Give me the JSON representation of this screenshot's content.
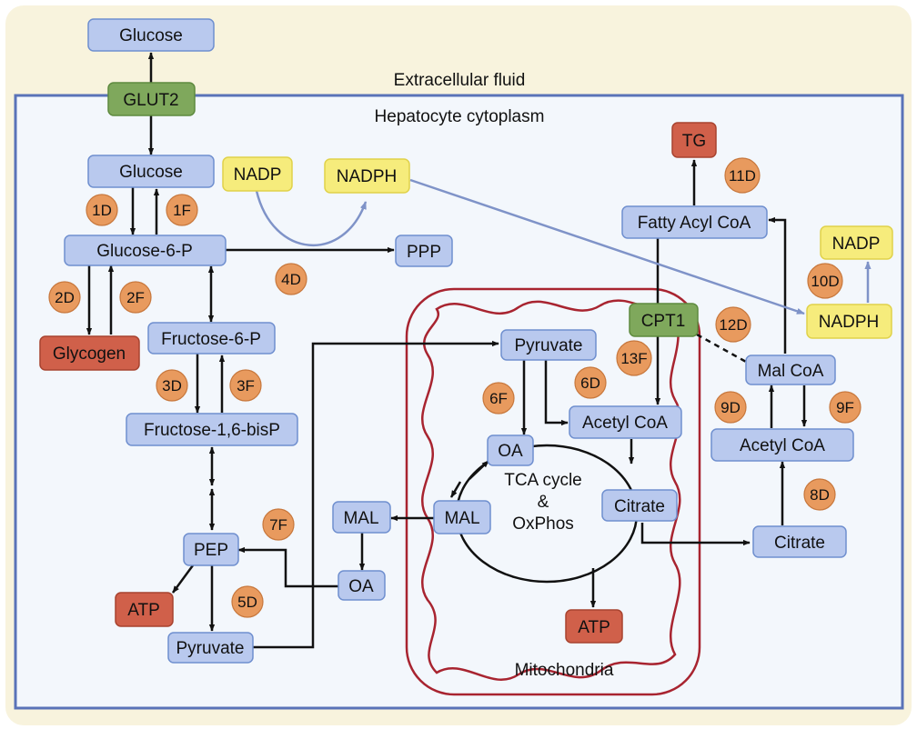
{
  "labels": {
    "extracellular": "Extracellular fluid",
    "cytoplasm": "Hepatocyte cytoplasm",
    "mitochondria": "Mitochondria",
    "tca1": "TCA cycle",
    "tca2": "&",
    "tca3": "OxPhos"
  },
  "nodes": {
    "glucose_ext": "Glucose",
    "glut2": "GLUT2",
    "glucose_cyt": "Glucose",
    "g6p": "Glucose-6-P",
    "glycogen": "Glycogen",
    "f6p": "Fructose-6-P",
    "f16bp": "Fructose-1,6-bisP",
    "pep": "PEP",
    "atp_left": "ATP",
    "pyruvate_cyt": "Pyruvate",
    "mal_cyt": "MAL",
    "oa_cyt": "OA",
    "ppp": "PPP",
    "nadp_top": "NADP",
    "nadph_top": "NADPH",
    "pyruvate_mito": "Pyruvate",
    "oa_mito": "OA",
    "mal_mito": "MAL",
    "acetylcoa_mito": "Acetyl CoA",
    "citrate_mito": "Citrate",
    "atp_mito": "ATP",
    "cpt1": "CPT1",
    "tg": "TG",
    "fatty_acyl_coa": "Fatty Acyl CoA",
    "nadp_right": "NADP",
    "nadph_right": "NADPH",
    "mal_coa": "Mal CoA",
    "acetylcoa_cyt": "Acetyl CoA",
    "citrate_cyt": "Citrate"
  },
  "badges": [
    "1D",
    "1F",
    "2D",
    "2F",
    "3D",
    "3F",
    "4D",
    "5D",
    "6D",
    "6F",
    "7F",
    "8D",
    "9D",
    "9F",
    "10D",
    "11D",
    "12D",
    "13F"
  ],
  "colors": {
    "blue_node": "#b9c9ee",
    "green_node": "#7fa85c",
    "red_node": "#d0604a",
    "yellow_node": "#f6ec7c",
    "badge": "#e89a5e",
    "cytoplasm_border": "#5a73b8",
    "cytoplasm_fill": "#f3f7fc",
    "extracellular_fill": "#f8f3dd",
    "mito_border": "#a82430",
    "nadph_arrow": "#7f93c8"
  }
}
